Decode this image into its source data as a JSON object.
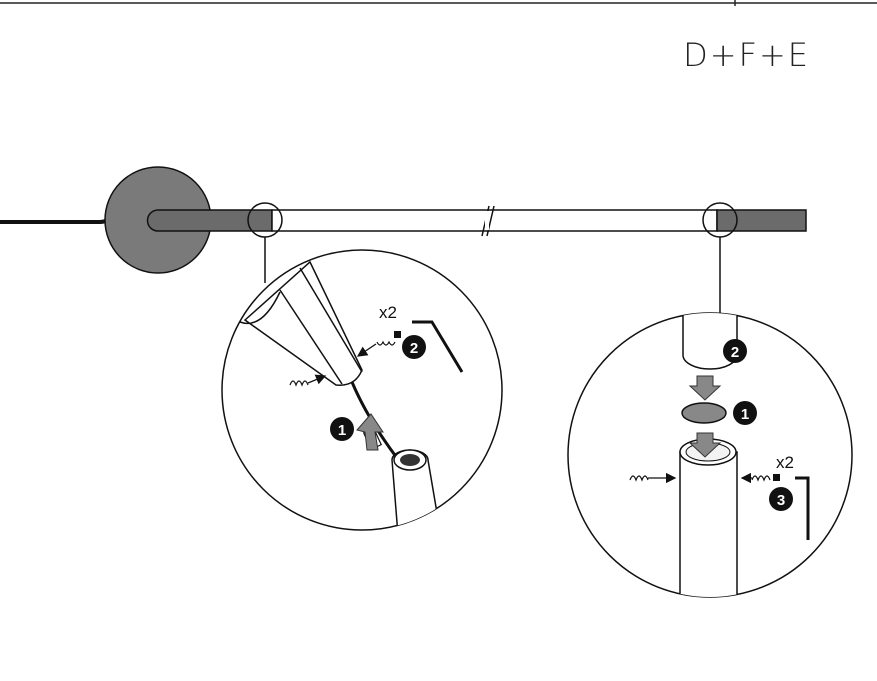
{
  "title": "D+F+E",
  "colors": {
    "base_fill": "#7a7a7a",
    "rod_dark": "#6b6b6b",
    "badge": "#111111",
    "arrow_fill": "#888888",
    "line": "#111111"
  },
  "details": [
    {
      "side": "left",
      "quantity_label": "x2",
      "steps": [
        {
          "number": "1",
          "action": "insert-cable-connector"
        },
        {
          "number": "2",
          "action": "tighten-set-screws-with-hex-key"
        }
      ]
    },
    {
      "side": "right",
      "quantity_label": "x2",
      "steps": [
        {
          "number": "1",
          "action": "insert-washer"
        },
        {
          "number": "2",
          "action": "lower-upper-tube"
        },
        {
          "number": "3",
          "action": "tighten-set-screws-with-hex-key"
        }
      ]
    }
  ]
}
